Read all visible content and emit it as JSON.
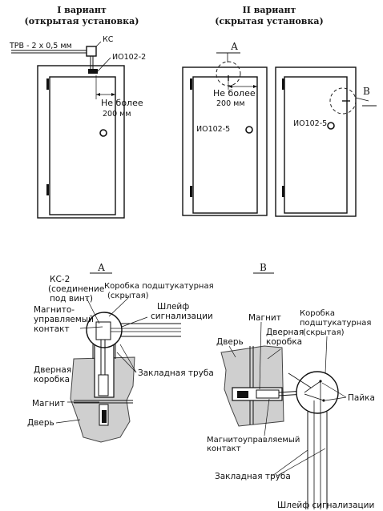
{
  "top": {
    "variant1_title": "I вариант",
    "variant1_sub": "(открытая установка)",
    "variant2_title": "II вариант",
    "variant2_sub": "(скрытая установка)",
    "trv_label": "ТРВ - 2 х 0,5 мм",
    "ks_label": "КС",
    "io2_label": "ИО102-2",
    "dist1_line1": "Не более",
    "dist1_line2": "200 мм",
    "marker_a": "А",
    "dist2_line1": "Не более",
    "dist2_line2": "200 мм",
    "io5_label_a": "ИО102-5",
    "io5_label_b": "ИО102-5",
    "marker_b": "В"
  },
  "detail_a": {
    "title": "А",
    "ks2_line1": "КС-2",
    "ks2_line2": "(соединение",
    "ks2_line3": "под винт)",
    "box_line1": "Коробка подштукатурная",
    "box_line2": "(скрытая)",
    "mag_line1": "Магнито-",
    "mag_line2": "управляемый",
    "mag_line3": "контакт",
    "loop_line1": "Шлейф",
    "loop_line2": "сигнализации",
    "frame_line1": "Дверная",
    "frame_line2": "коробка",
    "pipe": "Закладная труба",
    "magnet": "Магнит",
    "door": "Дверь"
  },
  "detail_b": {
    "title": "В",
    "magnet": "Магнит",
    "frame_line1": "Дверная",
    "frame_line2": "коробка",
    "door": "Дверь",
    "box_line1": "Коробка",
    "box_line2": "подштукатурная",
    "box_line3": "(скрытая)",
    "solder": "Пайка",
    "mag_line1": "Магнитоуправляемый",
    "mag_line2": "контакт",
    "pipe": "Закладная труба",
    "loop": "Шлейф сигнализации"
  }
}
